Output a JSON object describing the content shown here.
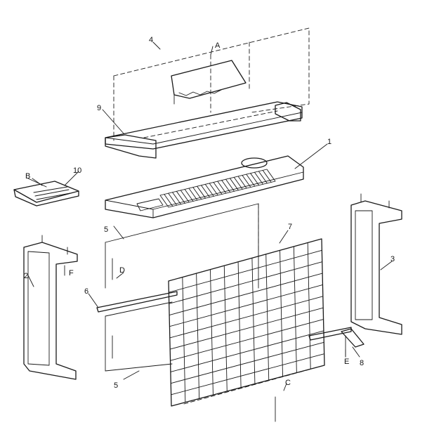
{
  "labels": {
    "n1": "1",
    "n2": "2",
    "n3": "3",
    "n4": "4",
    "n5a": "5",
    "n5b": "5",
    "n6": "6",
    "n7": "7",
    "n8": "8",
    "n9": "9",
    "n10": "10",
    "la": "A",
    "lb": "B",
    "lc": "C",
    "ld": "D",
    "le": "E",
    "lf": "F"
  }
}
